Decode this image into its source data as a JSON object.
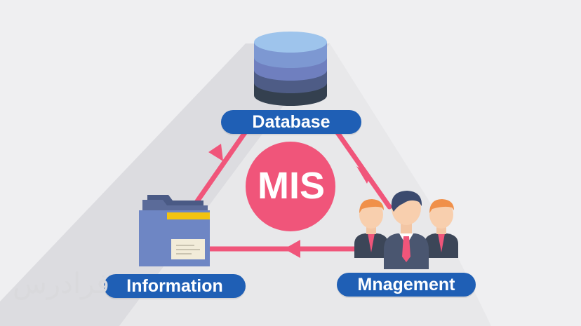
{
  "diagram": {
    "center_label": "MIS",
    "nodes": {
      "database": {
        "label": "Database",
        "icon": "database-cylinder-icon"
      },
      "information": {
        "label": "Information",
        "icon": "folder-document-icon"
      },
      "management": {
        "label": "Mnagement",
        "icon": "people-team-icon"
      }
    },
    "edges": [
      {
        "from": "information",
        "to": "database"
      },
      {
        "from": "database",
        "to": "management"
      },
      {
        "from": "management",
        "to": "information"
      }
    ],
    "watermark": "فرادرس"
  },
  "colors": {
    "background": "#efeff1",
    "shadow": "#dcdce0",
    "accent_pink": "#f0557a",
    "label_blue": "#1f5fb5",
    "db_top": "#8eb6e6",
    "db_mid": "#6f7fbf",
    "db_low": "#4e5c86",
    "db_bottom": "#34404f",
    "folder_body": "#6e86c4",
    "folder_stripe": "#f2c311",
    "suit_dark": "#3c4658"
  }
}
